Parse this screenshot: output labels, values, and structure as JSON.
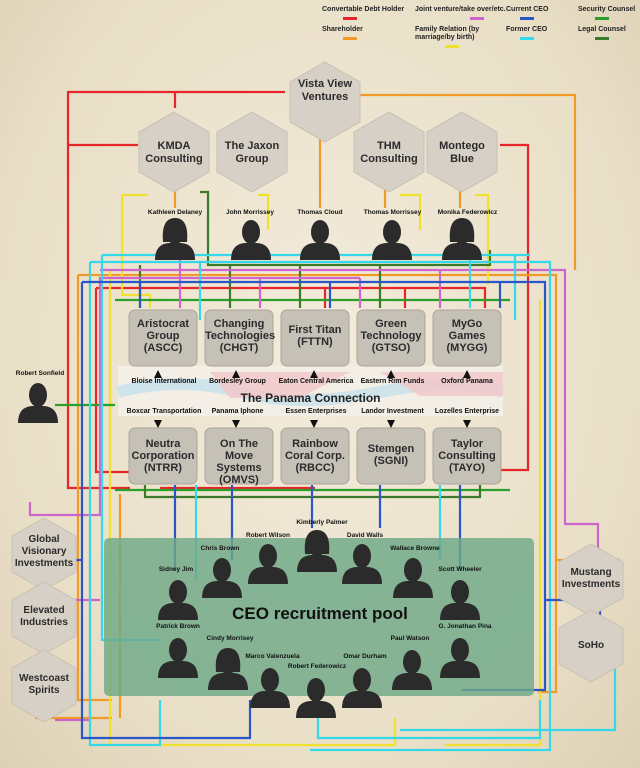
{
  "legend": [
    {
      "label": "Convertable Debt Holder",
      "color": "#e8262a"
    },
    {
      "label": "Joint venture/take over/etc.",
      "color": "#cc66cc"
    },
    {
      "label": "Current CEO",
      "color": "#2a56c8"
    },
    {
      "label": "Security Counsel",
      "color": "#2aa02a"
    },
    {
      "label": "Shareholder",
      "color": "#f29a28"
    },
    {
      "label": "Family Relation (by marriage/by birth)",
      "color": "#f0e030"
    },
    {
      "label": "Former CEO",
      "color": "#34d8e8"
    },
    {
      "label": "Legal Counsel",
      "color": "#3a7a2a"
    }
  ],
  "top_entities": [
    {
      "id": "vista",
      "name": "Vista View Ventures"
    },
    {
      "id": "kmda",
      "name": "KMDA Consulting"
    },
    {
      "id": "jaxon",
      "name": "The Jaxon Group"
    },
    {
      "id": "thm",
      "name": "THM Consulting"
    },
    {
      "id": "montego",
      "name": "Montego Blue"
    }
  ],
  "top_people": [
    {
      "name": "Kathleen Delaney",
      "gender": "f"
    },
    {
      "name": "John Morrissey",
      "gender": "m"
    },
    {
      "name": "Thomas Cloud",
      "gender": "m"
    },
    {
      "name": "Thomas Morrissey",
      "gender": "m"
    },
    {
      "name": "Monika Federowicz",
      "gender": "f"
    }
  ],
  "companies_top": [
    {
      "name": "Aristocrat Group",
      "code": "(ASCC)"
    },
    {
      "name": "Changing Technologies",
      "code": "(CHGT)"
    },
    {
      "name": "First Titan",
      "code": "(FTTN)"
    },
    {
      "name": "Green Technology",
      "code": "(GTSO)"
    },
    {
      "name": "MyGo Games",
      "code": "(MYGG)"
    }
  ],
  "shells_top": [
    "Bloise International",
    "Bordesley Group",
    "Eaton Central America",
    "Eastern Rim Funds",
    "Oxford Panama"
  ],
  "panama_title": "The Panama Connection",
  "shells_bottom": [
    "Boxcar Transportation",
    "Panama Iphone",
    "Essen Enterprises",
    "Landor Investment",
    "Lozelles Enterprise"
  ],
  "companies_bottom": [
    {
      "name": "Neutra Corporation",
      "code": "(NTRR)"
    },
    {
      "name": "On The Move Systems",
      "code": "(OMVS)"
    },
    {
      "name": "Rainbow Coral Corp.",
      "code": "(RBCC)"
    },
    {
      "name": "Stemgen",
      "code": "(SGNI)"
    },
    {
      "name": "Taylor Consulting",
      "code": "(TAYO)"
    }
  ],
  "robert_sonfield": "Robert Sonfield",
  "left_entities": [
    "Global Visionary Investments",
    "Elevated Industries",
    "Westcoast Spirits"
  ],
  "right_entities": [
    "Mustang Investments",
    "SoHo"
  ],
  "pool_title": "CEO recruitment pool",
  "pool_people": [
    {
      "name": "Kimberly Palmer",
      "gender": "f"
    },
    {
      "name": "Robert Wilson",
      "gender": "m"
    },
    {
      "name": "David Walls",
      "gender": "m"
    },
    {
      "name": "Chris Brown",
      "gender": "m"
    },
    {
      "name": "Wallace Browne",
      "gender": "m"
    },
    {
      "name": "Sidney Jim",
      "gender": "m"
    },
    {
      "name": "Scott Wheeler",
      "gender": "m"
    },
    {
      "name": "Patrick Brown",
      "gender": "m"
    },
    {
      "name": "G. Jonathan Pina",
      "gender": "m"
    },
    {
      "name": "Cindy Morrisey",
      "gender": "f"
    },
    {
      "name": "Paul Watson",
      "gender": "m"
    },
    {
      "name": "Marco Valenzuela",
      "gender": "m"
    },
    {
      "name": "Omar Durham",
      "gender": "m"
    },
    {
      "name": "Robert Federowicz",
      "gender": "m"
    }
  ]
}
